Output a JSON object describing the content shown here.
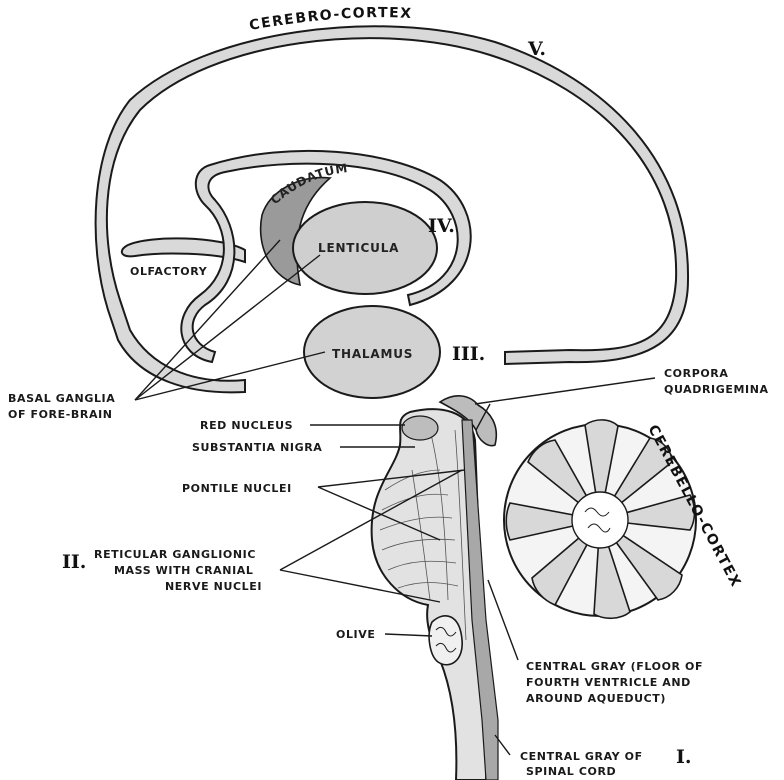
{
  "labels": {
    "cerebro_cortex": "CEREBRO-CORTEX",
    "roman_v": "V.",
    "caudatum": "CAUDATUM",
    "lenticula": "LENTICULA",
    "roman_iv": "IV.",
    "olfactory": "OLFACTORY",
    "thalamus": "THALAMUS",
    "roman_iii": "III.",
    "basal_ganglia_1": "BASAL GANGLIA",
    "basal_ganglia_2": "OF FORE-BRAIN",
    "corpora_1": "CORPORA",
    "corpora_2": "QUADRIGEMINA",
    "red_nucleus": "RED NUCLEUS",
    "substantia_nigra": "SUBSTANTIA NIGRA",
    "pontile_nuclei": "PONTILE NUCLEI",
    "roman_ii": "II.",
    "reticular_1": "RETICULAR GANGLIONIC",
    "reticular_2": "MASS WITH CRANIAL",
    "reticular_3": "NERVE NUCLEI",
    "cerebello_cortex": "CEREBELLO-CORTEX",
    "olive": "OLIVE",
    "central_gray_floor_1": "CENTRAL GRAY (FLOOR OF",
    "central_gray_floor_2": "FOURTH VENTRICLE AND",
    "central_gray_floor_3": "AROUND AQUEDUCT)",
    "central_gray_cord_1": "CENTRAL GRAY OF",
    "roman_i": "I.",
    "central_gray_cord_2": "SPINAL CORD"
  }
}
